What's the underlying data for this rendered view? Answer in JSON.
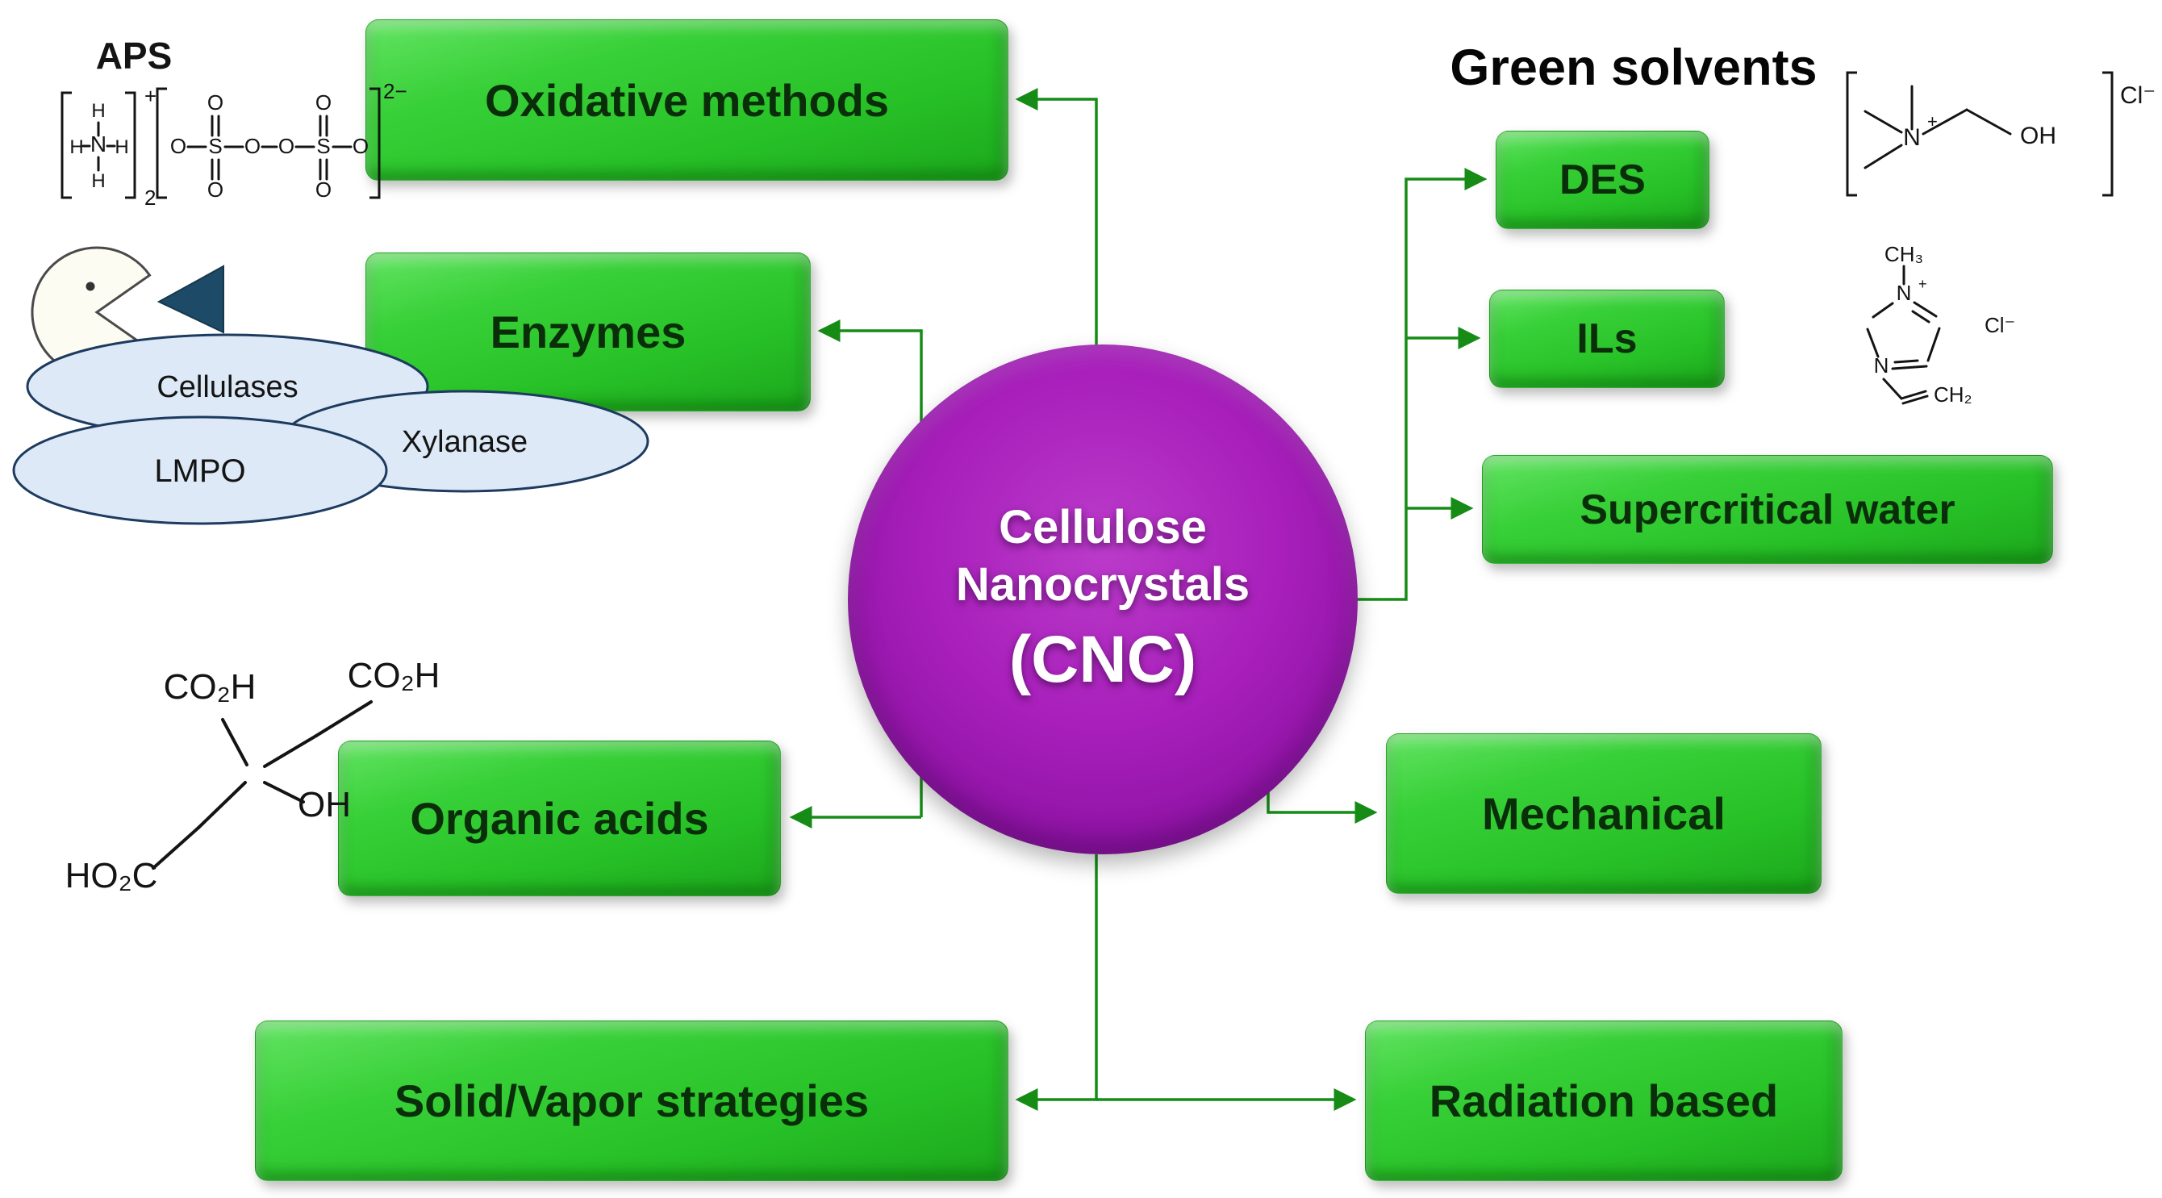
{
  "colors": {
    "box_green": "#2fcd2f",
    "arrow_green": "#168c16",
    "circle_purple": "#9a16b0",
    "ellipse_blue": "#dde9f6",
    "ellipse_border": "#1d3a5f",
    "triangle_navy": "#1d4a66"
  },
  "center_node": {
    "line1": "Cellulose",
    "line2": "Nanocrystals",
    "line3": "(CNC)"
  },
  "green_solvents_heading": "Green solvents",
  "boxes": {
    "oxidative_methods": "Oxidative methods",
    "enzymes": "Enzymes",
    "organic_acids": "Organic acids",
    "solid_vapor": "Solid/Vapor strategies",
    "des": "DES",
    "ils": "ILs",
    "supercritical_water": "Supercritical water",
    "mechanical": "Mechanical",
    "radiation_based": "Radiation based"
  },
  "enzymes_graphic": {
    "cellulases": "Cellulases",
    "lmpo": "LMPO",
    "xylanase": "Xylanase"
  },
  "aps_structure": {
    "label": "APS",
    "n": "N",
    "h": "H",
    "o": "O",
    "s": "S",
    "plus": "+",
    "sub2": "2",
    "charge2minus": "2−"
  },
  "choline_structure": {
    "n": "N",
    "plus": "+",
    "oh": "OH",
    "cl": "Cl⁻"
  },
  "imidazolium_structure": {
    "ch3": "CH₃",
    "n_plus": "N",
    "plus": "+",
    "n": "N",
    "ch2": "CH₂",
    "cl": "Cl⁻"
  },
  "citric_structure": {
    "co2h_a": "CO₂H",
    "co2h_b": "CO₂H",
    "oh": "OH",
    "ho2c": "HO₂C"
  }
}
